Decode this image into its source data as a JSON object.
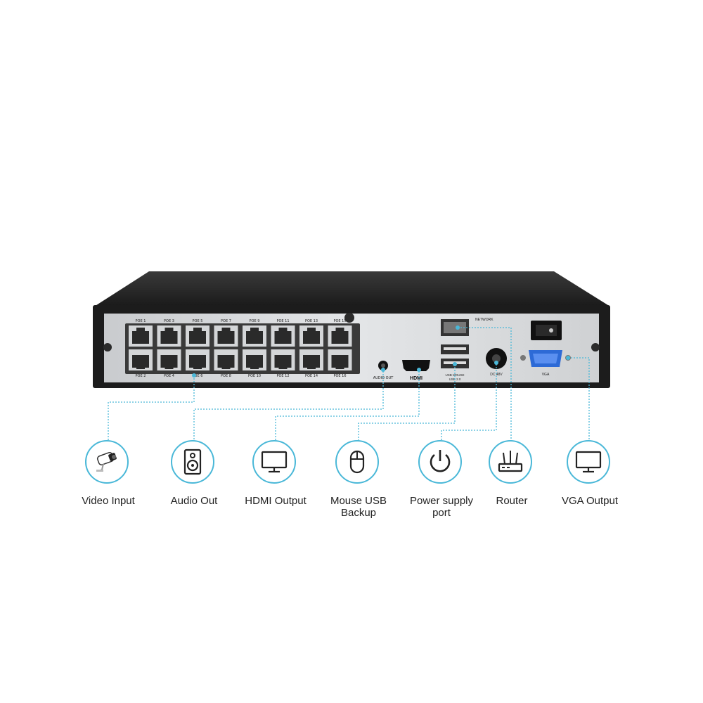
{
  "device": {
    "ports_top": [
      "POE 1",
      "POE 3",
      "POE 5",
      "POE 7",
      "POE 9",
      "POE 11",
      "POE 13",
      "POE 15"
    ],
    "ports_bottom": [
      "POE 2",
      "POE 4",
      "POE 6",
      "POE 8",
      "POE 10",
      "POE 12",
      "POE 14",
      "POE 16"
    ],
    "audio_label": "AUDIO  OUT",
    "hdmi_label": "HDMI",
    "network_label": "NETWORK",
    "usb_label_1": "USB MOUSE",
    "usb_label_2": "USB 2.0",
    "dc_label": "DC 48V",
    "vga_label": "VGA"
  },
  "features": [
    {
      "icon": "camera-icon",
      "line1": "Video Input",
      "line2": ""
    },
    {
      "icon": "speaker-icon",
      "line1": "Audio Out",
      "line2": ""
    },
    {
      "icon": "monitor-icon",
      "line1": "HDMI Output",
      "line2": ""
    },
    {
      "icon": "mouse-icon",
      "line1": "Mouse USB",
      "line2": "Backup"
    },
    {
      "icon": "power-icon",
      "line1": "Power supply",
      "line2": "port"
    },
    {
      "icon": "router-icon",
      "line1": "Router",
      "line2": ""
    },
    {
      "icon": "monitor-icon",
      "line1": "VGA Output",
      "line2": ""
    }
  ],
  "colors": {
    "accent": "#4ab8d8",
    "chassis": "#1e1e1e",
    "panel": "#d9dbdd"
  }
}
